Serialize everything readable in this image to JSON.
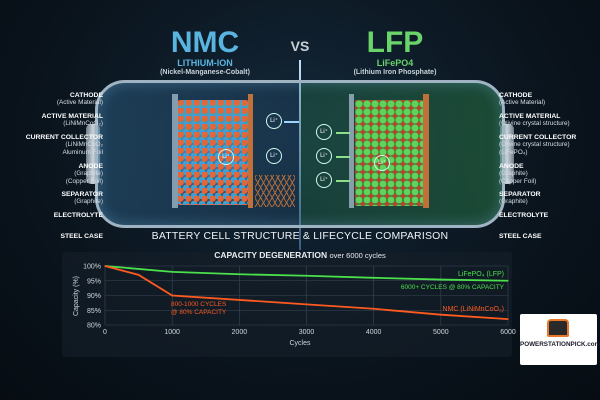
{
  "header": {
    "left_title": "NMC",
    "left_sub": "LITHIUM-ION",
    "left_desc": "(Nickel-Manganese-Cobalt)",
    "vs": "VS",
    "right_title": "LFP",
    "right_sub": "LiFePO4",
    "right_desc": "(Lithium Iron Phosphate)"
  },
  "colors": {
    "nmc": "#ff5a1f",
    "lfp": "#4be04b",
    "nmc_title": "#5ab4e0",
    "lfp_title": "#6ad36a"
  },
  "left_labels": [
    {
      "title": "CATHODE",
      "sub": "(Active Material)"
    },
    {
      "title": "ACTIVE MATERIAL",
      "sub": "(LiNiMnCoO₂)"
    },
    {
      "title": "CURRENT COLLECTOR",
      "sub": "(LiNiMnCoO₂\nAluminum Foil"
    },
    {
      "title": "ANODE",
      "sub": "(Graphite)\n(Copper Foil)"
    },
    {
      "title": "SEPARATOR",
      "sub": "(Graphite)"
    },
    {
      "title": "ELECTROLYTE",
      "sub": ""
    },
    {
      "title": "STEEL CASE",
      "sub": ""
    }
  ],
  "right_labels": [
    {
      "title": "CATHODE",
      "sub": "(Active Material)"
    },
    {
      "title": "ACTIVE MATERIAL",
      "sub": "(Olivine crystal structure)"
    },
    {
      "title": "CURRENT COLLECTOR",
      "sub": "(Olivine crystal structure)\n(LiFePO₄)"
    },
    {
      "title": "ANODE",
      "sub": "(Graphite)\n(Copper Foil)"
    },
    {
      "title": "SEPARATOR",
      "sub": "(Graphite)"
    },
    {
      "title": "ELECTROLYTE",
      "sub": ""
    },
    {
      "title": "STEEL CASE",
      "sub": ""
    }
  ],
  "ion_label": "Li⁺",
  "section_title": "BATTERY CELL STRUCTURE & LIFECYCLE COMPARISON",
  "chart_data": {
    "type": "line",
    "title": "CAPACITY DEGENERATION",
    "subtitle": "over 6000 cycles",
    "xlabel": "Cycles",
    "ylabel": "Capacity (%)",
    "xlim": [
      0,
      6000
    ],
    "ylim": [
      80,
      100
    ],
    "xticks": [
      0,
      1000,
      2000,
      3000,
      4000,
      5000,
      6000
    ],
    "yticks": [
      {
        "v": 100,
        "t": "100%"
      },
      {
        "v": 95,
        "t": "95%"
      },
      {
        "v": 90,
        "t": "90%"
      },
      {
        "v": 85,
        "t": "85%"
      },
      {
        "v": 80,
        "t": "80%"
      }
    ],
    "grid": true,
    "series": [
      {
        "name": "LiFePO₄ (LFP)",
        "color": "#4be04b",
        "note": "6000+ CYCLES @ 80% CAPACITY",
        "x": [
          0,
          1000,
          2000,
          3000,
          4000,
          5000,
          6000
        ],
        "y": [
          100,
          98,
          97.2,
          96.7,
          96,
          95.4,
          95
        ]
      },
      {
        "name": "NMC (LiNiMnCoO₂)",
        "color": "#ff5a1f",
        "note": "800-1000 CYCLES\n@ 80% CAPACITY",
        "x": [
          0,
          500,
          1000,
          2000,
          3000,
          4000,
          5000,
          6000
        ],
        "y": [
          100,
          97,
          90,
          88.5,
          87,
          85.5,
          83.5,
          82
        ]
      }
    ]
  },
  "logo": {
    "text": "POWERSTATIONPICK.com"
  }
}
